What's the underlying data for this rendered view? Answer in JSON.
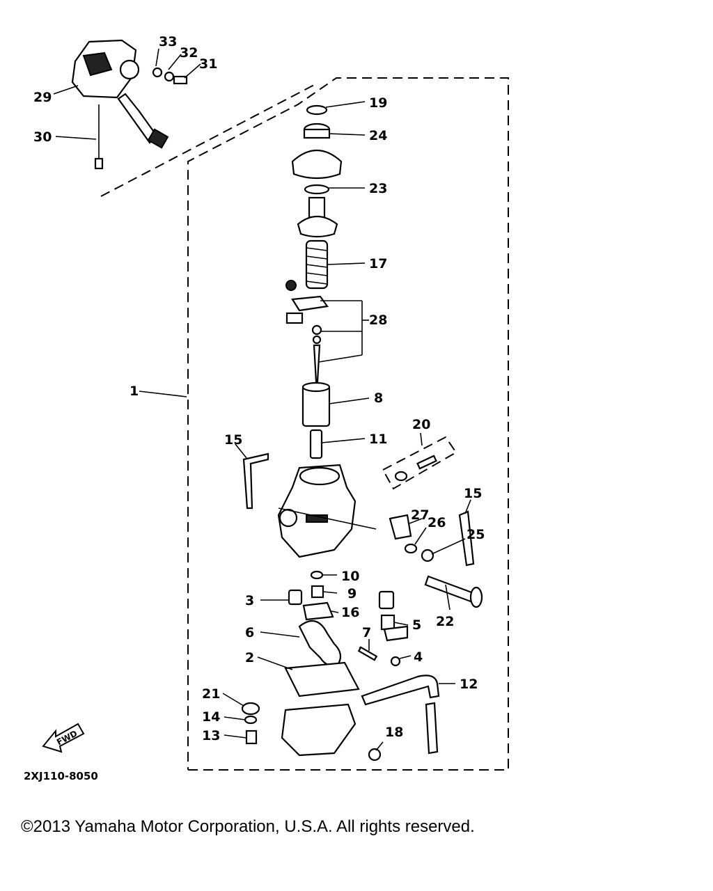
{
  "diagram": {
    "callouts": [
      "1",
      "2",
      "3",
      "4",
      "5",
      "6",
      "7",
      "8",
      "9",
      "10",
      "11",
      "12",
      "13",
      "14",
      "15",
      "15",
      "16",
      "17",
      "18",
      "19",
      "20",
      "21",
      "22",
      "23",
      "24",
      "25",
      "26",
      "27",
      "28",
      "29",
      "30",
      "31",
      "32",
      "33"
    ],
    "diagram_code": "2XJ110-8050",
    "fwd_label": "FWD"
  },
  "footer": {
    "copyright": "©2013 Yamaha Motor Corporation, U.S.A. All rights reserved."
  }
}
